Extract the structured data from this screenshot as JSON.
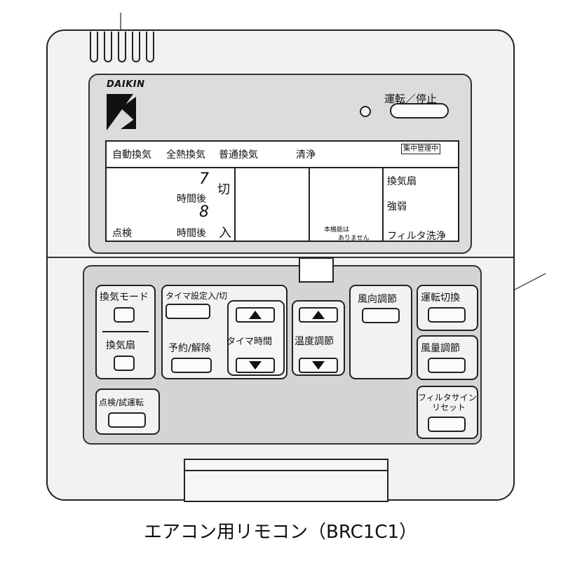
{
  "brand": {
    "logo_text": "DAIKIN"
  },
  "on_off": {
    "label": "運転／停止"
  },
  "lcd": {
    "ventilation_modes": [
      "自動換気",
      "全熱換気",
      "普通換気"
    ],
    "cleaning": "清浄",
    "central_control_badge": "集中管理中",
    "timer_off_value": "7",
    "timer_off_hours_label": "時間後",
    "timer_off_suffix": "切",
    "timer_on_value": "8",
    "timer_on_hours_label": "時間後",
    "timer_on_suffix": "入",
    "inspection": "点検",
    "not_available_line1": "本機能は",
    "not_available_line2": "ありません",
    "fan_label": "換気扇",
    "fan_strength": "強弱",
    "filter_cleaning": "フィルタ洗浄"
  },
  "buttons": {
    "vent_mode": "換気モード",
    "vent_fan": "換気扇",
    "timer_set": "タイマ設定入/切",
    "reserve_cancel": "予約/解除",
    "timer_hours": "タイマ時間",
    "temp_adjust": "温度調節",
    "airflow_direction": "風向調節",
    "operation_mode": "運転切換",
    "fan_speed": "風量調節",
    "inspection_test": "点検/試運転",
    "filter_sign_reset_line1": "フィルタサイン",
    "filter_sign_reset_line2": "リセット"
  },
  "caption": "エアコン用リモコン（BRC1C1）"
}
